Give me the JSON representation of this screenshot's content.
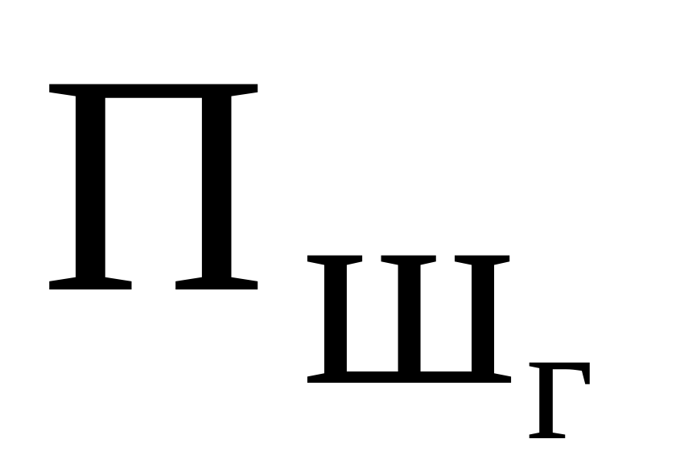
{
  "formula": {
    "main": "П",
    "subscript": "ш",
    "subsubscript": "г"
  }
}
